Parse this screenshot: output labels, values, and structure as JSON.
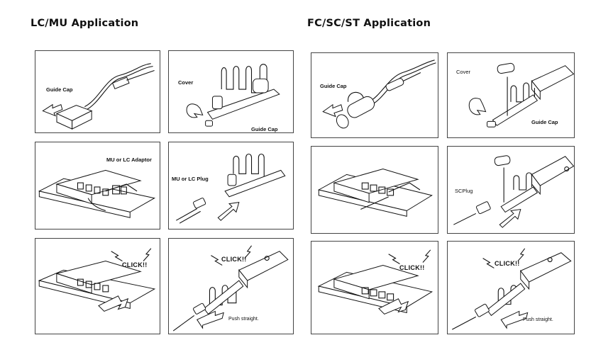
{
  "sections": {
    "left_title": "LC/MU Application",
    "right_title": "FC/SC/ST Application"
  },
  "lc": {
    "p1_label": "Guide Cap",
    "p2_cover": "Cover",
    "p2_guide": "Guide Cap",
    "p3_label": "MU or LC Adaptor",
    "p4_label": "MU or LC Plug",
    "p5_click": "CLICK!!",
    "p6_click": "CLICK!!",
    "p6_push": "Push straight."
  },
  "fc": {
    "p1_label": "Guide Cap",
    "p2_cover": "Cover",
    "p2_guide": "Guide Cap",
    "p4_label": "SCPlug",
    "p5_click": "CLICK!!",
    "p6_click": "CLICK!!",
    "p6_push": "Push straight."
  }
}
